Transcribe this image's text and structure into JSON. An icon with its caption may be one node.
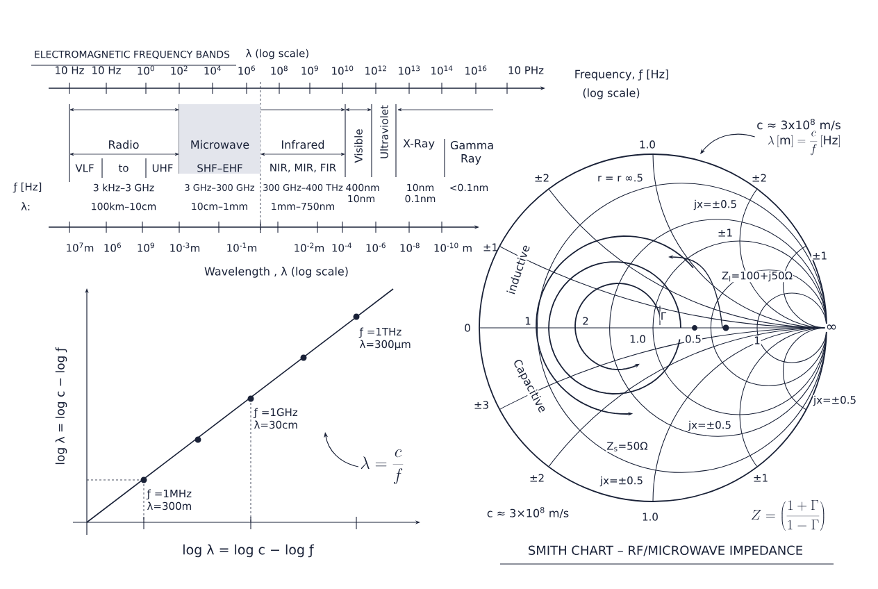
{
  "diagram": {
    "title": "ELECTROMAGNETIC FREQUENCY BANDS",
    "caption": "SMITH CHART – RF/MICROWAVE IMPEDANCE",
    "nodes": [
      {
        "text": [
          "Microwave",
          "SHF–EHF"
        ]
      },
      {
        "text": [
          "c ≈ 3x10$^{8}$ m/s",
          "\\lambda\\,[\\mathrm{m}] = \\frac{c}{f}\\,[\\mathrm{Hz}]"
        ]
      },
      {
        "text": [
          "\\lambda = \\frac{c}{f}"
        ]
      }
    ],
    "edges": [
      {
        "from": 1,
        "to": null,
        "arrow": "to"
      },
      {
        "from": 2,
        "to": null,
        "arrow": "to"
      }
    ],
    "labels": [
      "λ (log scale)",
      "10 Hz",
      "10 Hz",
      "10$^{0}$",
      "10$^{2}$",
      "10$^{4}$",
      "10$^{6}$",
      "10$^{8}$",
      "10$^{9}$",
      "10$^{10}$",
      "10$^{12}$",
      "10$^{13}$",
      "10$^{14}$",
      "10$^{16}$",
      "10 PHz",
      "Frequency, ƒ [Hz]",
      "(log scale)",
      "Radio",
      "Infrared",
      "Visible",
      "Ultraviolet",
      "X-Ray",
      "Gamma Ray",
      "VLF",
      "to",
      "UHF",
      "NIR, MIR, FIR",
      "ƒ [Hz]",
      "3 kHz–3 GHz",
      "3 GHz–300 GHz",
      "300 GHz–400 THz",
      "400nm 10nm",
      "10nm 0.1nm",
      "<0.1nm",
      "λ:",
      "100km–10cm",
      "10cm–1mm",
      "1mm–750nm",
      "10$^{7}$m",
      "10$^{6}$",
      "10$^{9}$",
      "10$^{-3}$m",
      "10$^{-1}$m",
      "10$^{-2}$m",
      "10$^{-4}$",
      "10$^{-6}$",
      "10$^{-8}$",
      "10$^{-10}$ m",
      "±1",
      "Wavelength , λ (log scale)",
      "log λ = log c − log ƒ",
      "ƒ =1THz λ=300μm",
      "ƒ =1GHz λ=30cm",
      "ƒ =1MHz λ=300m",
      "log λ = log c − log ƒ",
      "1.0",
      "±2",
      "r = r ∞.5",
      "±2",
      "jx=±0.5",
      "±1",
      "inductive",
      "±1",
      "Z$_{l}$=100+j50Ω",
      "0",
      "1",
      "2",
      "Γ",
      "∞",
      "1.0",
      "0.5",
      "1",
      "Capacitive",
      "±3",
      "jx=±0.5",
      "jx=±0.5",
      "Z$_{s}$=50Ω",
      "±2",
      "jx=±0.5",
      "±1",
      "c ≈ 3×10$^{8}$ m/s",
      "1.0",
      "Z = \\left(\\frac{1+\\Gamma}{1-\\Gamma}\\right)"
    ]
  }
}
